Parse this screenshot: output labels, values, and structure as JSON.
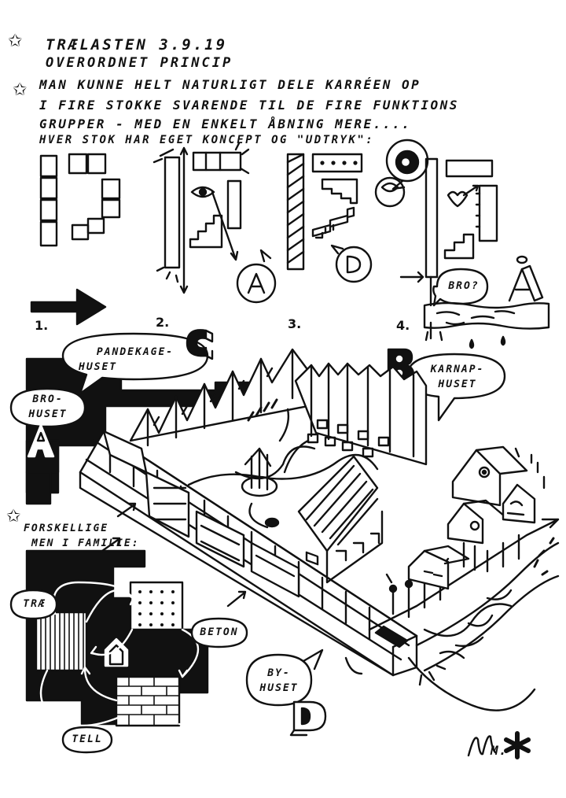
{
  "header": {
    "title": "Trælasten 3.9.19",
    "subtitle": "Overordnet princip"
  },
  "intro": {
    "lines": [
      "Man kunne helt naturligt dele karréen op",
      "i fire stokke svarende til de fire funktions",
      "grupper - med en enkelt åbning mere....",
      "hver stok har eget koncept og \"udtryk\":"
    ]
  },
  "steps": [
    "1.",
    "2.",
    "3.",
    "4."
  ],
  "bubbles": {
    "bro_question": "Bro?",
    "pandekage": [
      "Pandekage-",
      "huset"
    ],
    "bro_huset": [
      "Bro-",
      "huset"
    ],
    "karnap": [
      "Karnap-",
      "huset"
    ],
    "by_huset": [
      "By-",
      "huset"
    ]
  },
  "family": {
    "heading": [
      "Forskellige",
      "men i familie:"
    ],
    "trae": "Træ",
    "beton": "Beton",
    "tell": "Tell"
  },
  "letters": {
    "a": "A",
    "b": "B",
    "c": "C",
    "d": "D"
  },
  "signature": "M."
}
